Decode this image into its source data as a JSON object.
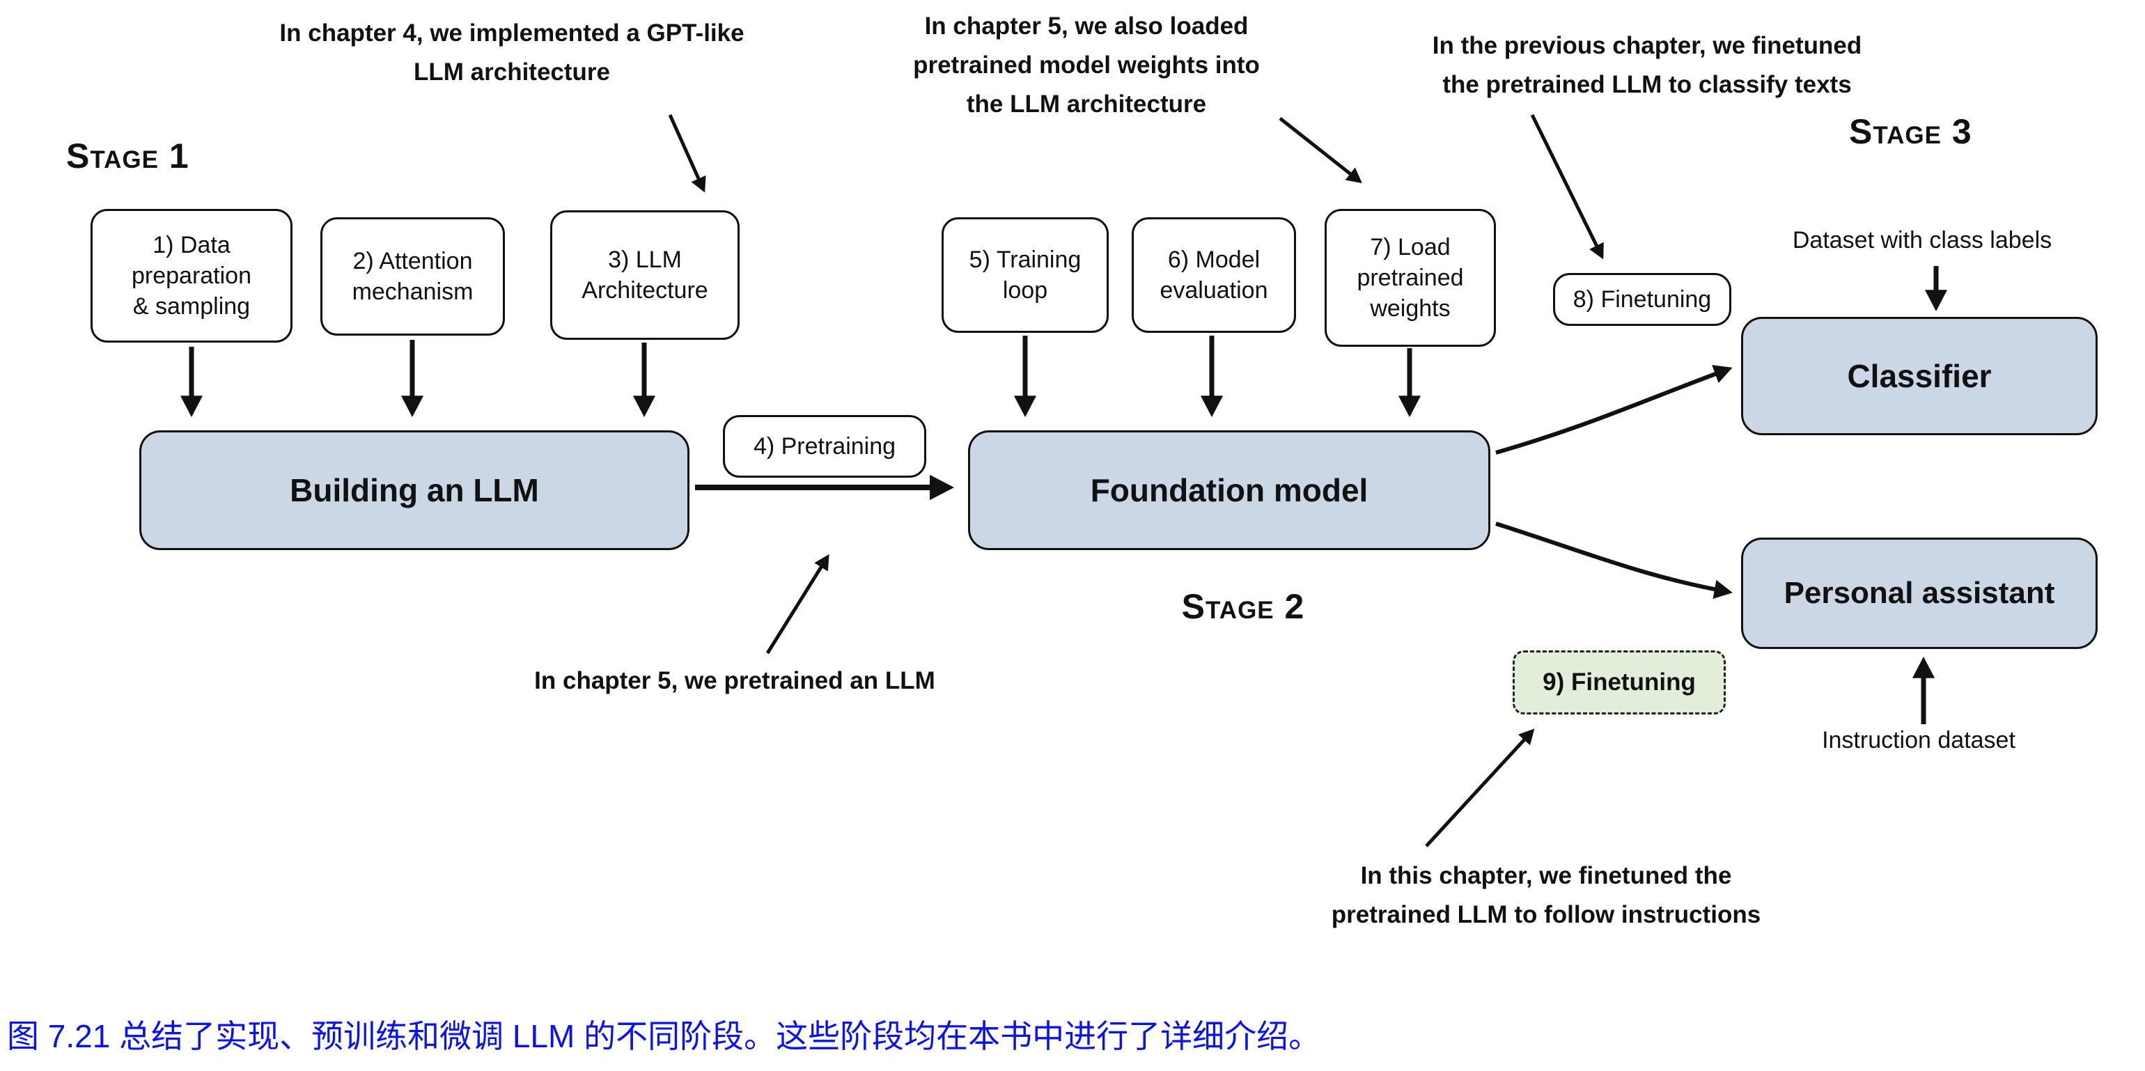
{
  "stages": {
    "stage1": "Stage 1",
    "stage2": "Stage 2",
    "stage3": "Stage 3"
  },
  "annotations": {
    "ch4": "In chapter 4, we implemented a GPT-like\nLLM architecture",
    "ch5_load": "In chapter 5, we also loaded\npretrained model weights into\nthe LLM architecture",
    "prev_chapter": "In the previous chapter, we finetuned\nthe pretrained LLM to classify texts",
    "ch5_pretrain": "In chapter 5, we pretrained an LLM",
    "this_chapter": "In this chapter, we finetuned the\npretrained LLM to follow instructions"
  },
  "steps": {
    "s1": "1) Data\npreparation\n& sampling",
    "s2": "2) Attention\nmechanism",
    "s3": "3) LLM\nArchitecture",
    "s4": "4) Pretraining",
    "s5": "5) Training\nloop",
    "s6": "6) Model\nevaluation",
    "s7": "7) Load\npretrained\nweights",
    "s8": "8) Finetuning",
    "s9": "9) Finetuning"
  },
  "big_boxes": {
    "building": "Building an LLM",
    "foundation": "Foundation model",
    "classifier": "Classifier",
    "personal_assistant": "Personal assistant"
  },
  "side_labels": {
    "dataset_class": "Dataset with class labels",
    "instruction_dataset": "Instruction dataset"
  },
  "figure": {
    "caption": "图 7.21 总结了实现、预训练和微调 LLM 的不同阶段。这些阶段均在本书中进行了详细介绍。"
  },
  "colors": {
    "big_box_fill": "#cbd7e4",
    "finetune_box_fill": "#e3eeda",
    "caption_blue": "#0a12f0",
    "line": "#111111"
  }
}
